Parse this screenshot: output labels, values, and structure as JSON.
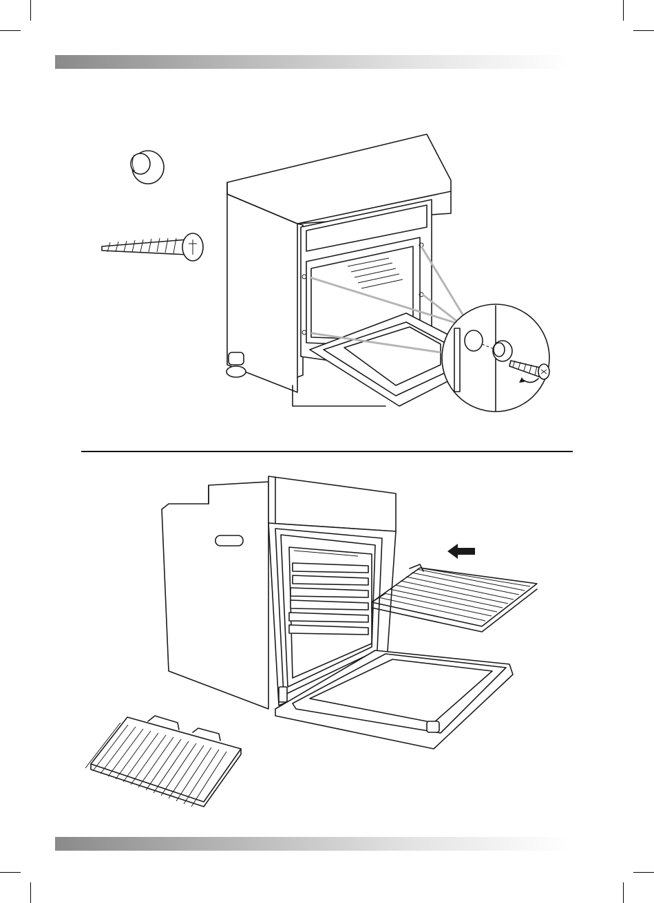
{
  "figure": {
    "top_panel": {
      "parts": [
        "bumper-icon",
        "screw-icon"
      ],
      "scene": "oven-in-cabinet-with-fixing-detail"
    },
    "bottom_panel": {
      "scene": "oven-with-wire-shelf-insertion",
      "arrow_direction": "left"
    }
  },
  "colors": {
    "line": "#1a1a1a",
    "guide": "#b5b5b5",
    "band_dark": "#8a8a8a",
    "band_light": "#ffffff"
  }
}
